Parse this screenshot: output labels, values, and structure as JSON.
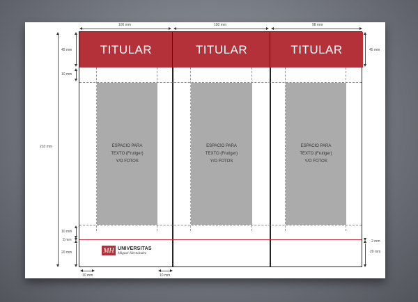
{
  "panels": [
    {
      "title": "TITULAR",
      "width_label": "100 mm",
      "content": [
        "ESPACIO PARA",
        "TEXTO (Frutiger)",
        "Y/O FOTOS"
      ]
    },
    {
      "title": "TITULAR",
      "width_label": "100 mm",
      "content": [
        "ESPACIO PARA",
        "TEXTO (Frutiger)",
        "Y/O FOTOS"
      ]
    },
    {
      "title": "TITULAR",
      "width_label": "98 mm",
      "content": [
        "ESPACIO PARA",
        "TEXTO (Frutiger)",
        "Y/O FOTOS"
      ]
    }
  ],
  "dimensions": {
    "total_height": "210 mm",
    "header_height_left": "45 mm",
    "header_height_right": "45 mm",
    "top_margin": "10 mm",
    "bottom_margin": "10 mm",
    "red_line": "2 mm",
    "footer_left": "20 mm",
    "red_line_right": "2 mm",
    "footer_right": "20 mm",
    "side_margin_left": "10 mm",
    "side_margin_right": "10 mm"
  },
  "logo": {
    "mark": "MH",
    "line1": "UNIVERSITAS",
    "line2": "Miguel Hernández"
  },
  "colors": {
    "header_red": "#b4313a",
    "placeholder_gray": "#ababab",
    "accent_line": "#c22a33"
  }
}
